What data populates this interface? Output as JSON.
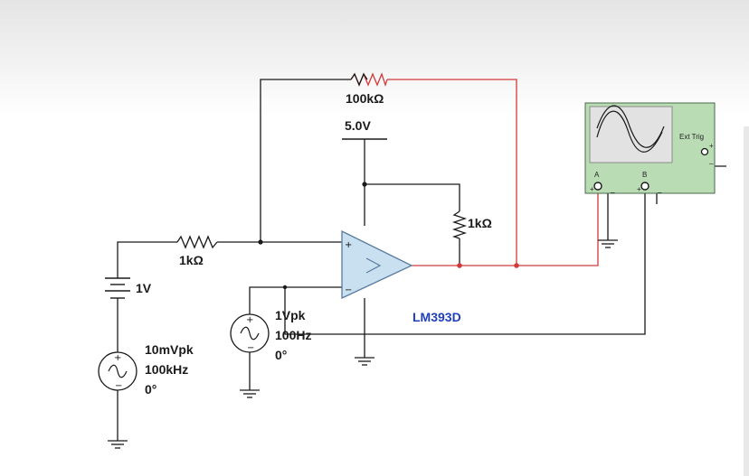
{
  "colors": {
    "wire": "#1a1a1a",
    "probe_wire": "#d23a3a",
    "opamp_fill": "#c8e0f0",
    "opamp_stroke": "#5a7aa0",
    "scope_body": "#b9dcb5",
    "scope_screen": "#e2e2e2",
    "part_label": "#1f3fbf",
    "header_shade": "#e6e6e6"
  },
  "components": {
    "r_input": {
      "value": "1kΩ"
    },
    "r_feedback": {
      "value": "100kΩ"
    },
    "r_pullup": {
      "value": "1kΩ"
    },
    "vcc": {
      "value": "5.0V"
    },
    "dc_source": {
      "value": "1V"
    },
    "ac_small": {
      "amplitude": "10mVpk",
      "frequency": "100kHz",
      "phase": "0°"
    },
    "ac_ref": {
      "amplitude": "1Vpk",
      "frequency": "100Hz",
      "phase": "0°"
    },
    "comparator": {
      "part": "LM393D",
      "plus_sign": "+",
      "minus_sign": "−"
    }
  },
  "oscilloscope": {
    "channel_a": "A",
    "channel_b": "B",
    "ext_trig": "Ext Trig",
    "plus": "+",
    "minus": "_"
  },
  "icons": {
    "ground": "ground-icon",
    "ac_source": "sine-wave-icon",
    "battery": "battery-icon",
    "resistor": "resistor-zigzag-icon",
    "opamp": "comparator-triangle-icon"
  }
}
